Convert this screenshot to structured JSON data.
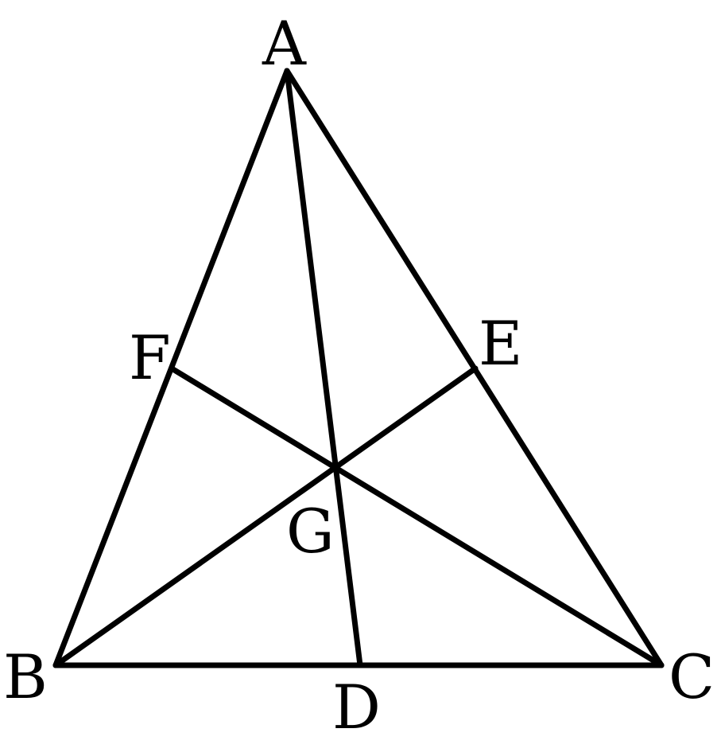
{
  "diagram": {
    "title": "",
    "stroke_color": "#000000",
    "background_color": "#ffffff",
    "labels": {
      "A": "A",
      "B": "B",
      "C": "C",
      "D": "D",
      "E": "E",
      "F": "F",
      "G": "G"
    },
    "segments": [
      "AB",
      "BC",
      "CA",
      "AD",
      "BE",
      "CF"
    ]
  }
}
